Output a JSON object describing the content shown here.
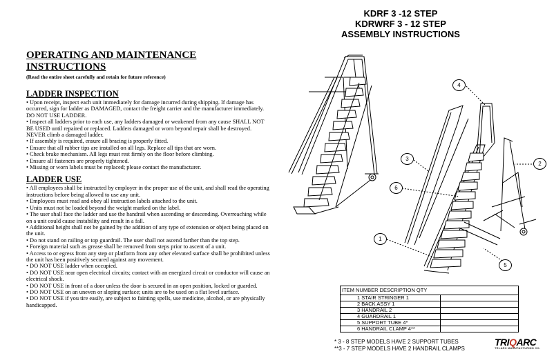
{
  "header": {
    "line1": "KDRF 3 -12 STEP",
    "line2": "KDRWRF 3 - 12 STEP",
    "line3": "ASSEMBLY INSTRUCTIONS"
  },
  "instructions": {
    "title": "OPERATING AND MAINTENANCE INSTRUCTIONS",
    "subtitle": "(Read the entire sheet carefully and retain for future reference)",
    "inspection": {
      "heading": "LADDER INSPECTION",
      "paragraphs": [
        "• Upon receipt, inspect each unit immediately for damage incurred during shipping. If damage has occurred, sign for ladder as DAMAGED, contact the freight carrier and the manufacturer immediately. DO NOT USE LADDER.",
        "• Inspect all ladders prior to each use, any ladders damaged or weakened from any cause SHALL NOT BE USED until repaired or replaced. Ladders damaged or worn beyond repair shall be destroyed. NEVER climb a damaged ladder.",
        "• If assembly is required, ensure all bracing is properly fitted.",
        "• Ensure that all rubber tips are installed on all legs. Replace all tips that are worn.",
        "• Check brake mechanism. All legs must rest firmly on the floor before climbing.",
        "• Ensure all fasteners are properly tightened.",
        "• Missing or worn labels must be replaced; please contact the manufacturer."
      ]
    },
    "use": {
      "heading": "LADDER USE",
      "paragraphs": [
        "• All employees shall be instructed by employer in the proper use of the unit, and shall read the operating instructions before being allowed to use any unit.",
        "• Employees must read and obey all instruction labels attached to the unit.",
        "• Units must not be loaded beyond the weight marked on the label.",
        "• The user shall face the ladder and use the handrail when ascending or descending. Overreaching while on a unit could cause instability and result in a fall.",
        "• Additional height shall not be gained by the addition of any type of extension or object being placed on the unit.",
        "• Do not stand on railing or top guardrail. The user shall not ascend farther than the top step.",
        "• Foreign material such as grease shall be removed from steps prior to ascent of a unit.",
        "• Access to or egress from any step or platform from any other elevated surface shall be prohibited unless the unit has been positively secured against any movement.",
        "• DO NOT USE ladder when occupied.",
        "• DO NOT USE near open electrical circuits; contact with an energized circuit or conductor will cause an electrical shock.",
        "• DO NOT USE in front of a door unless the door is secured in an open position, locked or guarded.",
        "• DO NOT USE on an uneven or sloping surface; units are to be used on a flat level surface.",
        "• DO NOT USE if you tire easily, are subject to fainting spells, use medicine, alcohol, or are physically handicapped."
      ]
    }
  },
  "diagram": {
    "callouts": [
      "4",
      "3",
      "2",
      "6",
      "1",
      "5"
    ]
  },
  "parts_table": {
    "header": "ITEM NUMBER DESCRIPTION QTY",
    "rows": [
      "1 STAIR STRINGER 1",
      "2 BACK ASSY 1",
      "3 HANDRAIL 2",
      "4 GUARDRAIL 1",
      "5 SUPPORT TUBE 4*",
      "6 HANDRAIL CLAMP 4**"
    ]
  },
  "notes": [
    "* 3 - 8 STEP MODELS HAVE 2 SUPPORT TUBES",
    "**3 - 7 STEP MODELS HAVE 2 HANDRAIL CLAMPS"
  ],
  "logo": {
    "tri": "TRI",
    "arc": "ARC",
    "q": "Q",
    "tagline": "TRI-ARC MANUFACTURING CO."
  }
}
